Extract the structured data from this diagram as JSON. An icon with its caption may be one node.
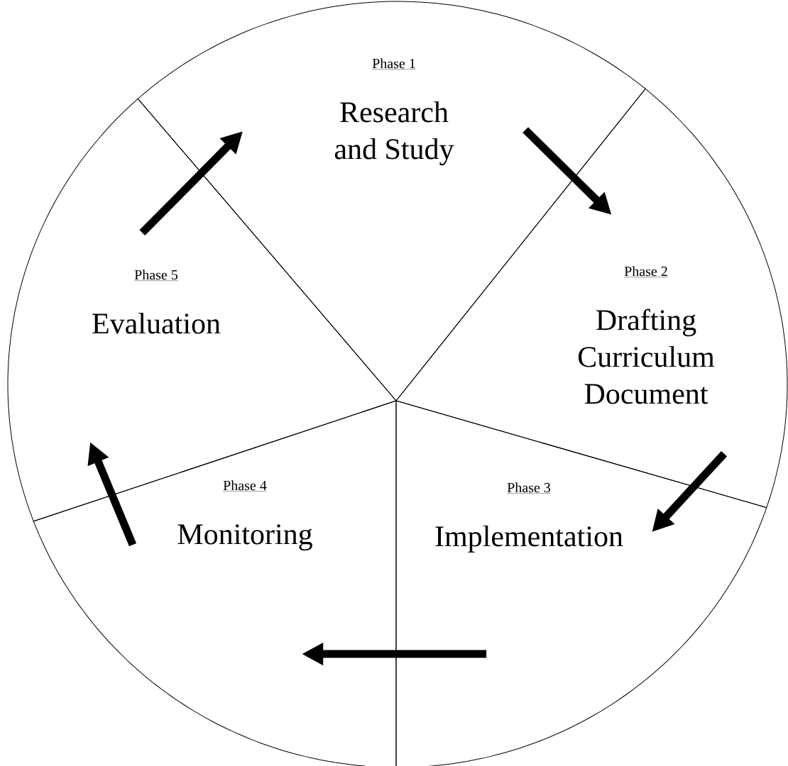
{
  "diagram": {
    "nodes": [
      {
        "text": [
          "Phase 1",
          "Research and Study"
        ]
      },
      {
        "text": [
          "Phase 2",
          "Drafting Curriculum Document"
        ]
      },
      {
        "text": [
          "Phase 3",
          "Implementation"
        ]
      },
      {
        "text": [
          "Phase 4",
          "Monitoring"
        ]
      },
      {
        "text": [
          "Phase 5",
          "Evaluation"
        ]
      }
    ],
    "edges": [
      {
        "from": 0,
        "to": 1,
        "arrow": "to"
      },
      {
        "from": 1,
        "to": 2,
        "arrow": "to"
      },
      {
        "from": 2,
        "to": 3,
        "arrow": "to"
      },
      {
        "from": 3,
        "to": 4,
        "arrow": "to"
      },
      {
        "from": 4,
        "to": 0,
        "arrow": "to"
      }
    ]
  }
}
